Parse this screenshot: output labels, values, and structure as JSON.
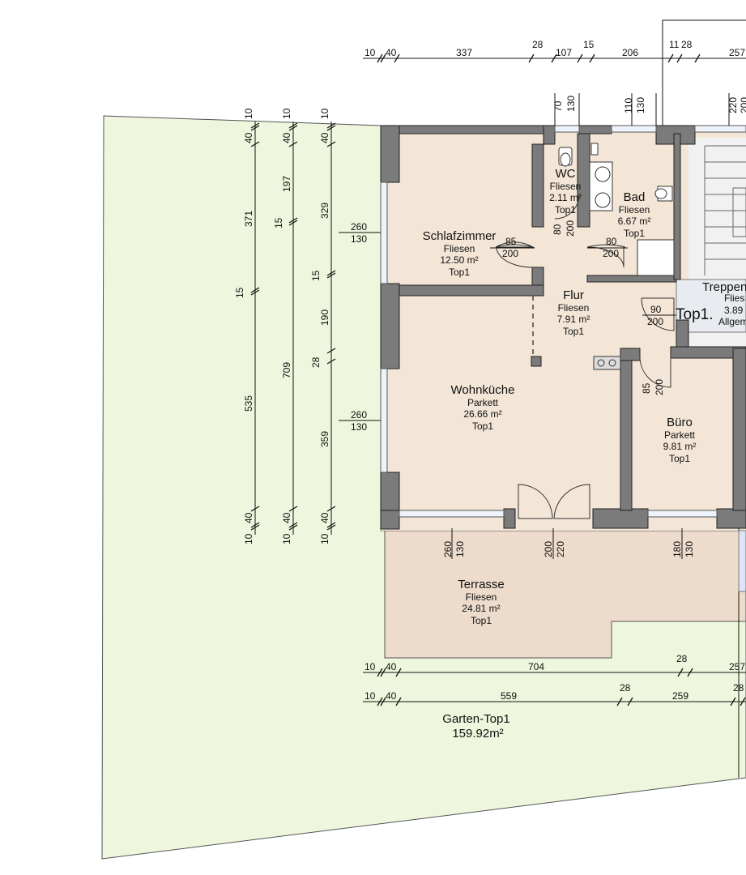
{
  "rooms": {
    "schlafzimmer": {
      "name": "Schlafzimmer",
      "floor": "Fliesen",
      "area": "12.50 m²",
      "unit": "Top1"
    },
    "wc": {
      "name": "WC",
      "floor": "Fliesen",
      "area": "2.11 m²",
      "unit": "Top1"
    },
    "bad": {
      "name": "Bad",
      "floor": "Fliesen",
      "area": "6.67 m²",
      "unit": "Top1"
    },
    "flur": {
      "name": "Flur",
      "floor": "Fliesen",
      "area": "7.91 m²",
      "unit": "Top1"
    },
    "wohnkueche": {
      "name": "Wohnküche",
      "floor": "Parkett",
      "area": "26.66 m²",
      "unit": "Top1"
    },
    "buero": {
      "name": "Büro",
      "floor": "Parkett",
      "area": "9.81 m²",
      "unit": "Top1"
    },
    "terrasse": {
      "name": "Terrasse",
      "floor": "Fliesen",
      "area": "24.81 m²",
      "unit": "Top1"
    },
    "treppe": {
      "name": "Treppen",
      "floor": "Flies",
      "area": "3.89",
      "unit": "Allgem"
    },
    "top1_label": "Top1."
  },
  "garden": {
    "name": "Garten-Top1",
    "area": "159.92m²"
  },
  "dims": {
    "top_row": [
      "10",
      "40",
      "337",
      "28",
      "107",
      "15",
      "206",
      "11",
      "28",
      "257"
    ],
    "openings_top": [
      {
        "a": "70",
        "b": "130"
      },
      {
        "a": "110",
        "b": "130"
      },
      {
        "a": "220",
        "b": "200"
      }
    ],
    "window_left_1": {
      "a": "260",
      "b": "130"
    },
    "window_left_2": {
      "a": "260",
      "b": "130"
    },
    "doors": {
      "schlaf": {
        "a": "85",
        "b": "200"
      },
      "wc": {
        "a": "80",
        "b": "200"
      },
      "bad": {
        "a": "80",
        "b": "200"
      },
      "flur": {
        "a": "90",
        "b": "200"
      },
      "buero": {
        "a": "85",
        "b": "200"
      }
    },
    "bottom_openings": [
      {
        "a": "260",
        "b": "130"
      },
      {
        "a": "200",
        "b": "220"
      },
      {
        "a": "180",
        "b": "130"
      }
    ],
    "left_col1": [
      "10",
      "40",
      "371",
      "15",
      "535",
      "40",
      "10"
    ],
    "left_col2": [
      "10",
      "40",
      "197",
      "15",
      "709",
      "40",
      "10"
    ],
    "left_col3": [
      "10",
      "40",
      "329",
      "15",
      "190",
      "28",
      "359",
      "40",
      "10"
    ],
    "bottom_row1": [
      "10",
      "40",
      "704",
      "28",
      "257"
    ],
    "bottom_row2": [
      "10",
      "40",
      "559",
      "28",
      "259",
      "28"
    ]
  },
  "colors": {
    "room_fill": "#f3e6d6",
    "terrace_fill": "#eddccb",
    "garden_fill": "#eef7dd",
    "wall_fill": "#7b7b7b",
    "window_fill": "#eef3fb"
  }
}
